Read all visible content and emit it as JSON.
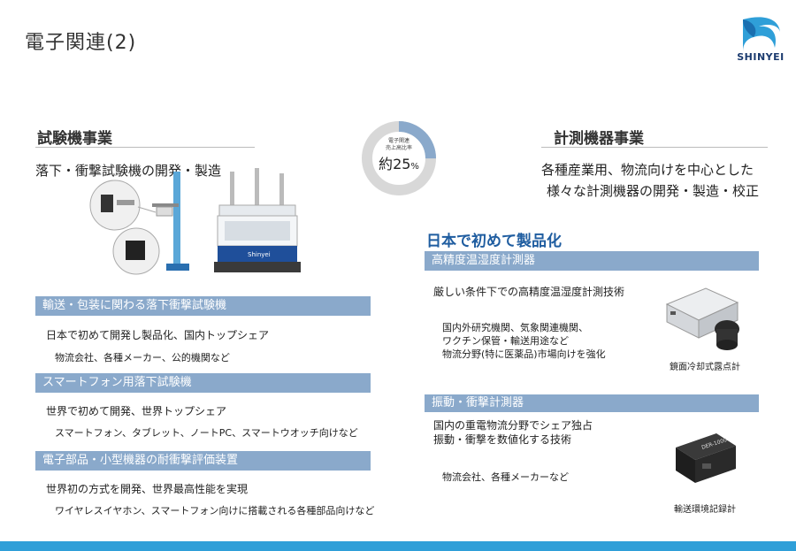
{
  "page": {
    "title": "電子関連(2)"
  },
  "logo": {
    "text": "SHINYEI",
    "color": "#1a3a6e"
  },
  "donut": {
    "line1": "電子関連",
    "line2": "売上高比率",
    "value_prefix": "約",
    "value": "25",
    "unit": "%",
    "fraction": 0.25,
    "fill_color": "#8aa9cb",
    "track_color": "#d8d8d8"
  },
  "left": {
    "heading": "試験機事業",
    "subheading": "落下・衝撃試験機の開発・製造",
    "sections": [
      {
        "bar": "輸送・包装に関わる落下衝撃試験機",
        "line1": "日本で初めて開発し製品化、国内トップシェア",
        "line2": "物流会社、各種メーカー、公的機関など"
      },
      {
        "bar": "スマートフォン用落下試験機",
        "line1": "世界で初めて開発、世界トップシェア",
        "line2": "スマートフォン、タブレット、ノートPC、スマートウオッチ向けなど"
      },
      {
        "bar": "電子部品・小型機器の耐衝撃評価装置",
        "line1": "世界初の方式を開発、世界最高性能を実現",
        "line2": "ワイヤレスイヤホン、スマートフォン向けに搭載される各種部品向けなど"
      }
    ]
  },
  "right": {
    "heading": "計測機器事業",
    "desc1": "各種産業用、物流向けを中心とした",
    "desc2": "様々な計測機器の開発・製造・校正",
    "highlight": "日本で初めて製品化",
    "sections": [
      {
        "bar": "高精度温湿度計測器",
        "line1": "厳しい条件下での高精度温湿度計測技術",
        "details": [
          "国内外研究機関、気象関連機関、",
          "ワクチン保管・輸送用途など",
          "物流分野(特に医薬品)市場向けを強化"
        ],
        "caption": "鏡面冷却式露点計"
      },
      {
        "bar": "振動・衝撃計測器",
        "line1": "国内の重電物流分野でシェア独占",
        "line2": "振動・衝撃を数値化する技術",
        "details": [
          "物流会社、各種メーカーなど"
        ],
        "caption": "輸送環境記録計"
      }
    ]
  },
  "images": {
    "machine_label": "Shinyei",
    "recorder_label": "DER-1000"
  }
}
